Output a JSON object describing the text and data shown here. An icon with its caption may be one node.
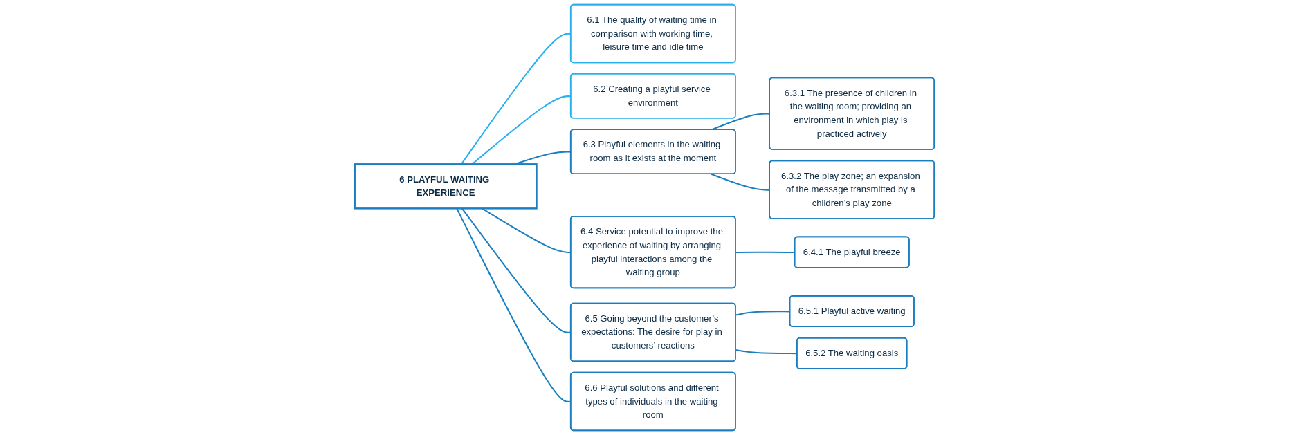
{
  "diagram": {
    "nodes": [
      {
        "text": [
          "6 PLAYFUL WAITING EXPERIENCE"
        ]
      },
      {
        "text": [
          "6.1 The quality of waiting time in comparison with working time, leisure time and idle time"
        ]
      },
      {
        "text": [
          "6.2 Creating a playful service environment"
        ]
      },
      {
        "text": [
          "6.3 Playful elements in the waiting room as it exists at the moment"
        ]
      },
      {
        "text": [
          "6.3.1 The presence of children in the waiting room; providing an environment in which play is practiced actively"
        ]
      },
      {
        "text": [
          "6.3.2 The play zone; an expansion of the message transmitted by a children’s play zone"
        ]
      },
      {
        "text": [
          "6.4 Service potential to improve the experience of waiting by arranging playful interactions among the waiting group"
        ]
      },
      {
        "text": [
          "6.4.1 The playful breeze"
        ]
      },
      {
        "text": [
          "6.5 Going beyond the customer’s expectations: The desire for play in customers’ reactions"
        ]
      },
      {
        "text": [
          "6.5.1 Playful active waiting"
        ]
      },
      {
        "text": [
          "6.5.2 The waiting oasis"
        ]
      },
      {
        "text": [
          "6.6 Playful solutions and different types of individuals in the waiting room"
        ]
      }
    ],
    "edges": [
      {
        "from": 0,
        "to": 1,
        "arrow": "none",
        "color": "#29b0f0"
      },
      {
        "from": 0,
        "to": 2,
        "arrow": "none",
        "color": "#29b0f0"
      },
      {
        "from": 0,
        "to": 3,
        "arrow": "none"
      },
      {
        "from": 3,
        "to": 4,
        "arrow": "none"
      },
      {
        "from": 3,
        "to": 5,
        "arrow": "none"
      },
      {
        "from": 0,
        "to": 6,
        "arrow": "none"
      },
      {
        "from": 6,
        "to": 7,
        "arrow": "none"
      },
      {
        "from": 0,
        "to": 8,
        "arrow": "none"
      },
      {
        "from": 8,
        "to": 9,
        "arrow": "none"
      },
      {
        "from": 8,
        "to": 10,
        "arrow": "none"
      },
      {
        "from": 0,
        "to": 11,
        "arrow": "none"
      }
    ]
  }
}
